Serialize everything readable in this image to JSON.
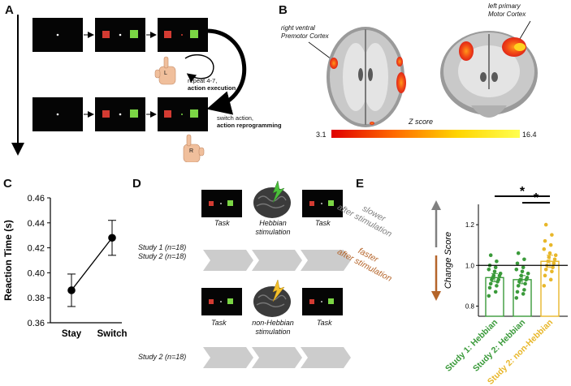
{
  "panels": {
    "a": {
      "letter": "A",
      "hand_left_label": "L",
      "hand_right_label": "R",
      "repeat_text": "repeat 4-7,",
      "repeat_bold": "action execution",
      "switch_text": "switch action,",
      "switch_bold": "action reprogramming"
    },
    "b": {
      "letter": "B",
      "label_left": [
        "right ventral",
        "Premotor Cortex"
      ],
      "label_right": [
        "left primary",
        "Motor Cortex"
      ],
      "colorbar_title": "Z score",
      "colorbar_min": "3.1",
      "colorbar_max": "16.4"
    },
    "c": {
      "letter": "C"
    },
    "d": {
      "letter": "D",
      "task_label": "Task",
      "hebbian_label": [
        "Hebbian",
        "stimulation"
      ],
      "nonhebbian_label": [
        "non-Hebbian",
        "stimulation"
      ],
      "study_row1": [
        "Study 1 (n=18)",
        "Study 2 (n=18)"
      ],
      "study_row2": "Study 2 (n=18)",
      "slower_label": [
        "slower",
        "after stimulation"
      ],
      "faster_label": [
        "faster",
        "after stimulation"
      ]
    },
    "e": {
      "letter": "E"
    }
  },
  "colors": {
    "hebbian": "#3a9a3a",
    "nonhebbian": "#e8b72a",
    "slower": "#808080",
    "faster": "#b5652a"
  },
  "chart_data": [
    {
      "type": "line",
      "ylabel": "Reaction Time (s)",
      "categories": [
        "Stay",
        "Switch"
      ],
      "values": [
        0.386,
        0.428
      ],
      "error": [
        0.013,
        0.014
      ],
      "ylim": [
        0.36,
        0.46
      ],
      "yticks": [
        "0.36",
        "0.38",
        "0.40",
        "0.42",
        "0.44",
        "0.46"
      ],
      "grid": false
    },
    {
      "type": "bar",
      "ylabel": "Change Score",
      "categories": [
        "Study 1: Hebbian",
        "Study 2: Hebbian",
        "Study 2: non-Hebbian"
      ],
      "values": [
        0.94,
        0.93,
        1.02
      ],
      "error": [
        0.02,
        0.02,
        0.03
      ],
      "ylim": [
        0.75,
        1.3
      ],
      "yticks": [
        "0.8",
        "1.0",
        "1.2"
      ],
      "reference_line": 1.0,
      "significance_marker": "*",
      "points": [
        [
          0.85,
          0.87,
          0.89,
          0.9,
          0.91,
          0.92,
          0.93,
          0.93,
          0.94,
          0.95,
          0.95,
          0.96,
          0.97,
          0.98,
          0.99,
          1.0,
          1.02,
          1.05
        ],
        [
          0.84,
          0.86,
          0.87,
          0.88,
          0.9,
          0.91,
          0.92,
          0.93,
          0.93,
          0.94,
          0.95,
          0.96,
          0.97,
          0.98,
          0.99,
          1.01,
          1.03,
          1.06
        ],
        [
          0.9,
          0.93,
          0.95,
          0.97,
          0.98,
          0.99,
          1.0,
          1.01,
          1.02,
          1.03,
          1.04,
          1.05,
          1.06,
          1.08,
          1.1,
          1.12,
          1.15,
          1.2
        ]
      ],
      "grid": false
    }
  ]
}
